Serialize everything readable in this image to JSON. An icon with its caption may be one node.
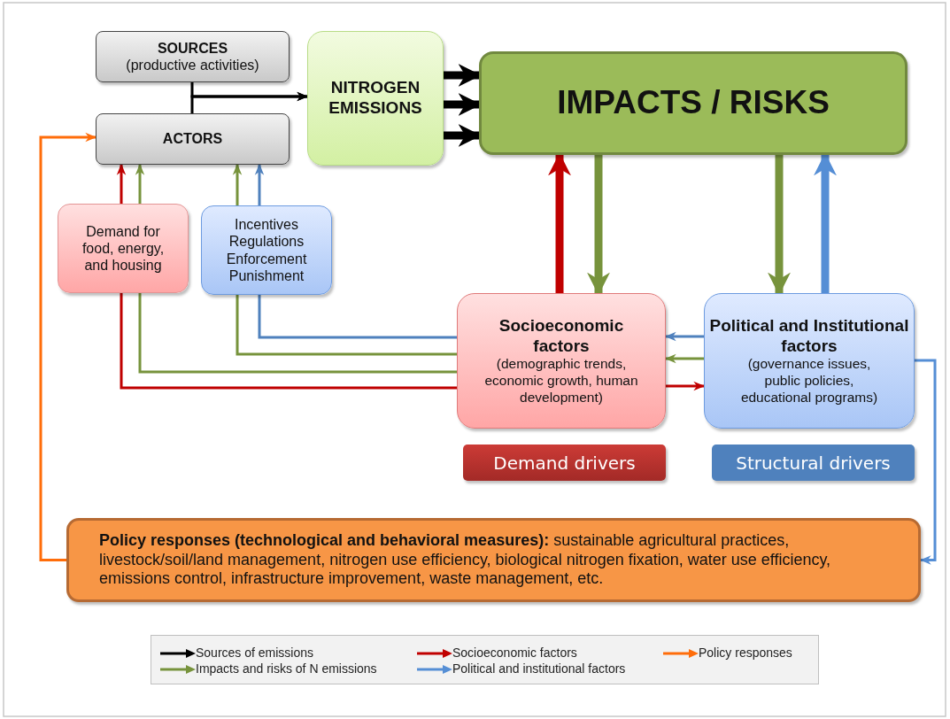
{
  "diagram": {
    "nodes": [
      {
        "text": [
          "SOURCES",
          "(productive activities)"
        ]
      },
      {
        "text": [
          "ACTORS"
        ]
      },
      {
        "text": [
          "NITROGEN EMISSIONS"
        ]
      },
      {
        "text": [
          "IMPACTS / RISKS"
        ]
      },
      {
        "text": [
          "Demand for food, energy, and housing"
        ]
      },
      {
        "text": [
          "Incentives",
          "Regulations",
          "Enforcement",
          "Punishment"
        ]
      },
      {
        "text": [
          "Socioeconomic factors",
          "(demographic trends, economic growth, human development)"
        ]
      },
      {
        "text": [
          "Political and Institutional factors",
          "(governance issues, public policies, educational programs)"
        ]
      },
      {
        "text": [
          "Demand drivers"
        ]
      },
      {
        "text": [
          "Structural drivers"
        ]
      },
      {
        "text": [
          "**Policy responses (technological and behavioral measures):** sustainable agricultural practices, livestock/soil/land management, nitrogen use efficiency, biological nitrogen fixation, water use efficiency, emissions control, infrastructure improvement, waste management, etc."
        ]
      }
    ],
    "edges": [
      {
        "from": 0,
        "to": 2,
        "arrow": "to",
        "color": "#000000"
      },
      {
        "from": 1,
        "to": 2,
        "arrow": "to",
        "color": "#000000"
      },
      {
        "from": 2,
        "to": 3,
        "arrow": "to",
        "style": "thick",
        "color": "#000000"
      },
      {
        "from": 2,
        "to": 3,
        "arrow": "to",
        "style": "thick",
        "color": "#000000"
      },
      {
        "from": 2,
        "to": 3,
        "arrow": "to",
        "style": "thick",
        "color": "#000000"
      },
      {
        "from": 6,
        "to": 3,
        "arrow": "to",
        "style": "thick",
        "color": "#c00000"
      },
      {
        "from": 3,
        "to": 6,
        "arrow": "to",
        "style": "thick",
        "color": "#77933c"
      },
      {
        "from": 3,
        "to": 7,
        "arrow": "to",
        "style": "thick",
        "color": "#77933c"
      },
      {
        "from": 7,
        "to": 3,
        "arrow": "to",
        "style": "thick",
        "color": "#558ed5"
      },
      {
        "from": 7,
        "to": 6,
        "arrow": "to",
        "color": "#4f81bd"
      },
      {
        "from": 7,
        "to": 6,
        "arrow": "to",
        "color": "#77933c"
      },
      {
        "from": 6,
        "to": 7,
        "arrow": "to",
        "color": "#c00000"
      },
      {
        "from": 6,
        "to": 4,
        "arrow": "none",
        "color": "#c00000"
      },
      {
        "from": 4,
        "to": 1,
        "arrow": "to",
        "color": "#c00000"
      },
      {
        "from": 6,
        "to": 4,
        "arrow": "none",
        "color": "#77933c"
      },
      {
        "from": 4,
        "to": 1,
        "arrow": "to",
        "color": "#77933c"
      },
      {
        "from": 6,
        "to": 5,
        "arrow": "none",
        "color": "#77933c"
      },
      {
        "from": 5,
        "to": 1,
        "arrow": "to",
        "color": "#77933c"
      },
      {
        "from": 6,
        "to": 5,
        "arrow": "none",
        "color": "#4f81bd"
      },
      {
        "from": 5,
        "to": 1,
        "arrow": "to",
        "color": "#4f81bd"
      },
      {
        "from": 7,
        "to": 10,
        "arrow": "to",
        "color": "#558ed5"
      },
      {
        "from": 10,
        "to": 1,
        "arrow": "to",
        "color": "#ff6d0a"
      }
    ],
    "legend": [
      {
        "text": "Sources of emissions"
      },
      {
        "text": "Socioeconomic factors"
      },
      {
        "text": "Policy responses"
      },
      {
        "text": "Impacts and risks of N emissions"
      },
      {
        "text": "Political and institutional factors"
      }
    ]
  }
}
